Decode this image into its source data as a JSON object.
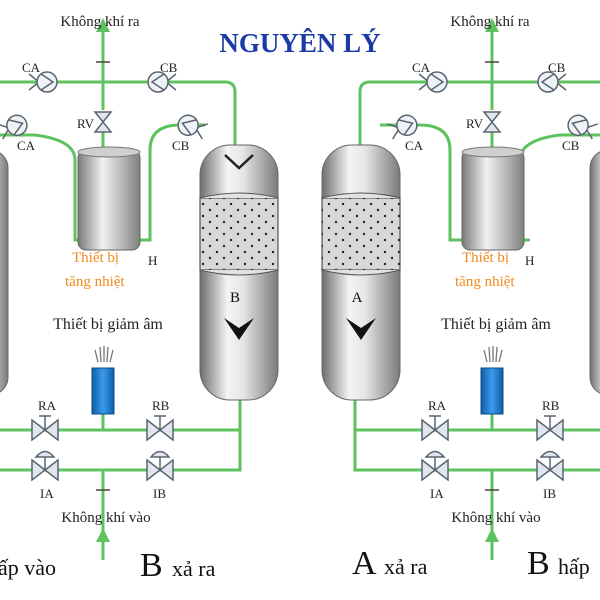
{
  "title": "NGUYÊN LÝ",
  "colors": {
    "pipe": "#5ec35e",
    "title": "#1a3aa8",
    "heater_text": "#f08a1c",
    "silencer": "#1d7fd6",
    "vessel_dark": "#7d7d7d",
    "vessel_light": "#f2f2f2",
    "text": "#222222"
  },
  "left_unit": {
    "air_out": "Không khí ra",
    "air_in": "Không khí vào",
    "valves": {
      "ca_top": "CA",
      "cb_top": "CB",
      "ca_mid": "CA",
      "cb_mid": "CB",
      "rv": "RV",
      "ra": "RA",
      "rb": "RB",
      "ia": "IA",
      "ib": "IB"
    },
    "heater": {
      "label_line1": "Thiết bị",
      "label_line2": "tăng nhiệt",
      "h": "H"
    },
    "silencer_label": "Thiết bị giảm âm",
    "tower_letter": "B",
    "bottom_left": "ấp vào",
    "bottom_right_letter": "B",
    "bottom_right_text": "xả ra"
  },
  "right_unit": {
    "air_out": "Không khí ra",
    "air_in": "Không khí vào",
    "valves": {
      "ca_top": "CA",
      "cb_top": "CB",
      "ca_mid": "CA",
      "cb_mid": "CB",
      "rv": "RV",
      "ra": "RA",
      "rb": "RB",
      "ia": "IA",
      "ib": "IB"
    },
    "heater": {
      "label_line1": "Thiết bị",
      "label_line2": "tăng nhiệt",
      "h": "H"
    },
    "silencer_label": "Thiết bị giảm âm",
    "tower_letter": "A",
    "bottom_left_letter": "A",
    "bottom_left_text": "xả ra",
    "bottom_right_letter": "B",
    "bottom_right_text": "hấp"
  }
}
